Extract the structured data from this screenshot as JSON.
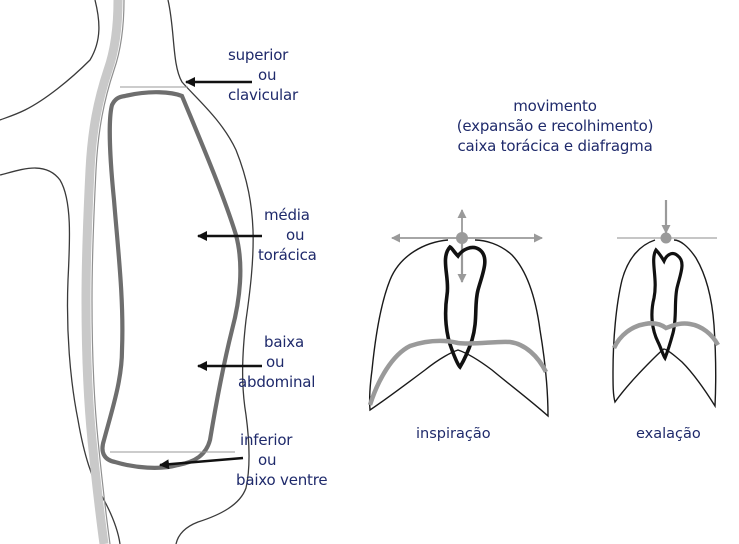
{
  "regions": {
    "superior": {
      "line1": "superior",
      "line2": "ou",
      "line3": "clavicular"
    },
    "media": {
      "line1": "média",
      "line2": "ou",
      "line3": "torácica"
    },
    "baixa": {
      "line1": "baixa",
      "line2": "ou",
      "line3": "abdominal"
    },
    "inferior": {
      "line1": "inferior",
      "line2": "ou",
      "line3": "baixo ventre"
    }
  },
  "movement_title": {
    "line1": "movimento",
    "line2": "(expansão e recolhimento)",
    "line3": "caixa torácica e diafragma"
  },
  "captions": {
    "inspiration": "inspiração",
    "exhalation": "exalação"
  },
  "colors": {
    "text": "#1f2a6b",
    "outline": "#2b2b2b",
    "grey": "#8a8a8a",
    "light_grey": "#bdbdbd"
  }
}
